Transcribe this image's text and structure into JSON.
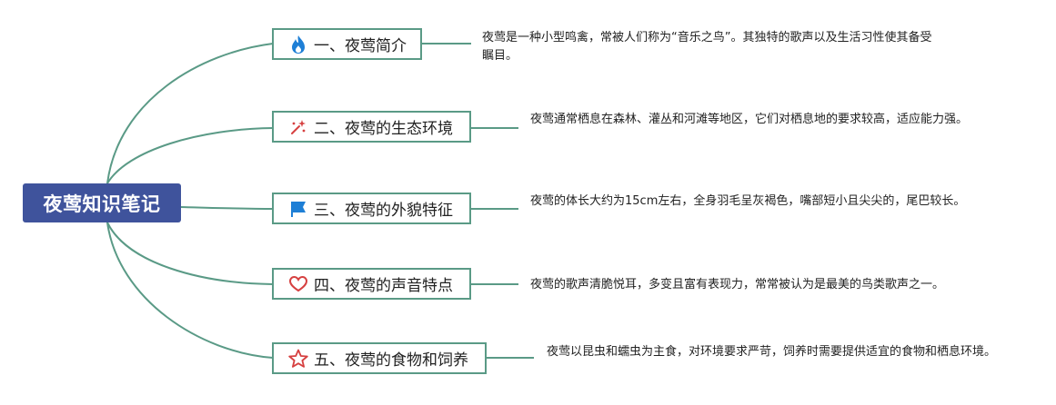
{
  "root": {
    "label": "夜莺知识笔记"
  },
  "topics": [
    {
      "label": "一、夜莺简介",
      "icon": "fire-icon",
      "note": "夜莺是一种小型鸣禽，常被人们称为“音乐之鸟”。其独特的歌声以及生活习性使其备受瞩目。"
    },
    {
      "label": "二、夜莺的生态环境",
      "icon": "sparkle-wand-icon",
      "note": "夜莺通常栖息在森林、灌丛和河滩等地区，它们对栖息地的要求较高，适应能力强。"
    },
    {
      "label": "三、夜莺的外貌特征",
      "icon": "flag-icon",
      "note": "夜莺的体长大约为15cm左右，全身羽毛呈灰褐色，嘴部短小且尖尖的，尾巴较长。"
    },
    {
      "label": "四、夜莺的声音特点",
      "icon": "heart-icon",
      "note": "夜莺的歌声清脆悦耳，多变且富有表现力，常常被认为是最美的鸟类歌声之一。"
    },
    {
      "label": "五、夜莺的食物和饲养",
      "icon": "star-icon",
      "note": "夜莺以昆虫和蠕虫为主食，对环境要求严苛，饲养时需要提供适宜的食物和栖息环境。"
    }
  ],
  "colors": {
    "root_bg": "#3f539c",
    "connector": "#5a9a86",
    "icon_blue": "#1e7fd6",
    "icon_red": "#d64040"
  }
}
